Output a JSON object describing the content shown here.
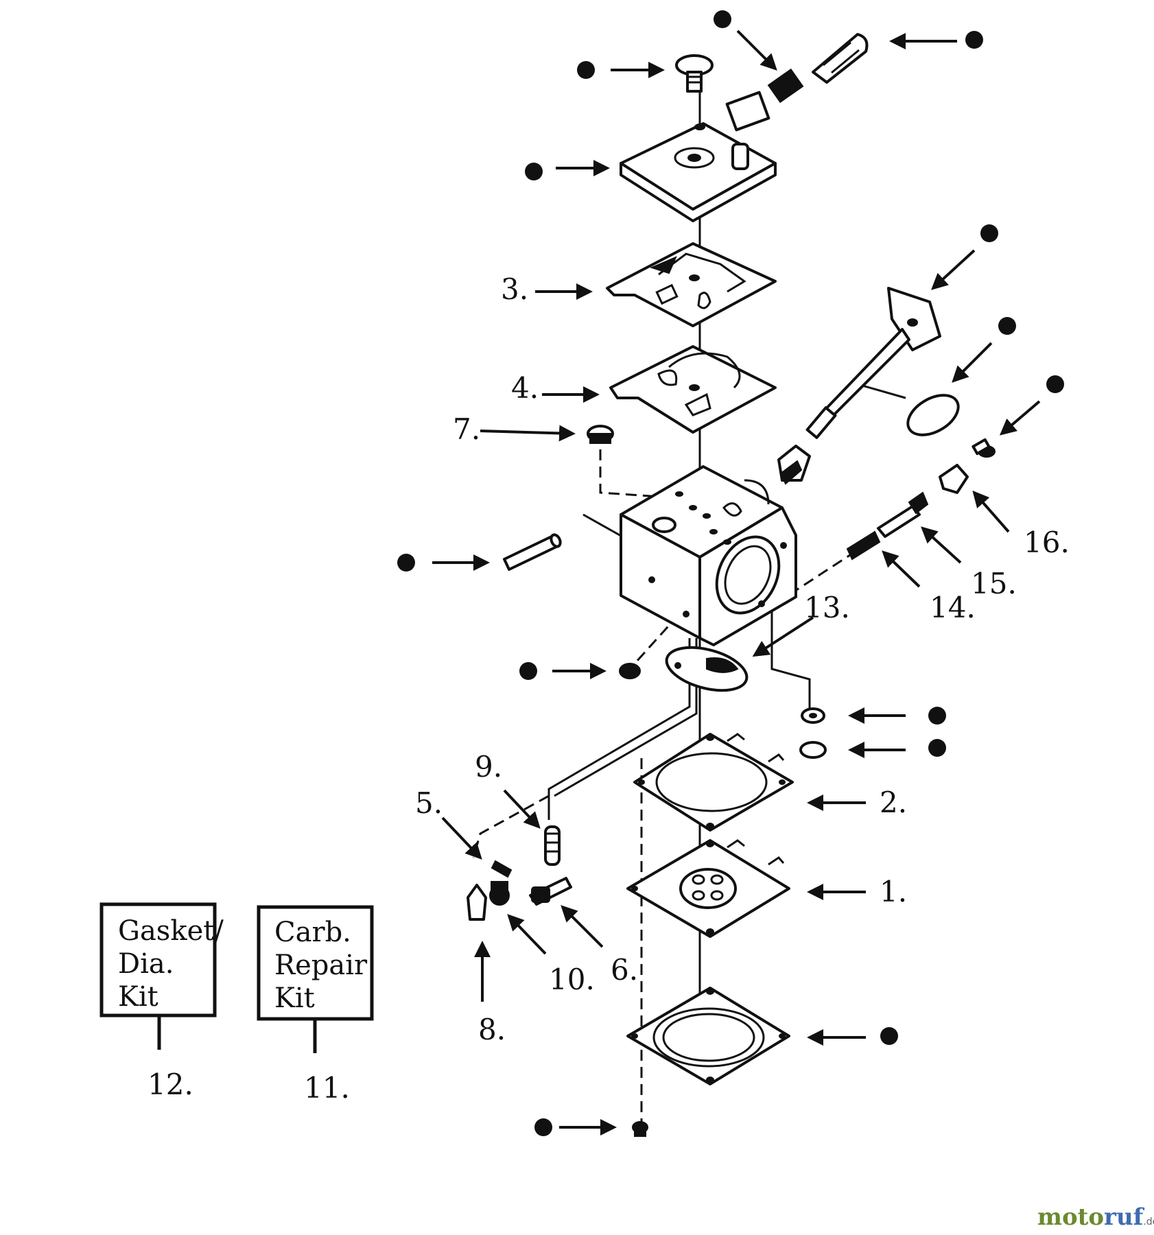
{
  "labels": {
    "p1": "1.",
    "p2": "2.",
    "p3": "3.",
    "p4": "4.",
    "p5": "5.",
    "p6": "6.",
    "p7": "7.",
    "p8": "8.",
    "p9": "9.",
    "p10": "10.",
    "p11": "11.",
    "p12": "12.",
    "p13": "13.",
    "p14": "14.",
    "p15": "15.",
    "p16": "16."
  },
  "kits": {
    "gasket": [
      "Gasket/",
      "Dia.",
      "Kit"
    ],
    "repair": [
      "Carb.",
      "Repair",
      "Kit"
    ]
  },
  "watermark": {
    "main_a": "moto",
    "main_b": "ruf",
    "suffix": ".de"
  }
}
